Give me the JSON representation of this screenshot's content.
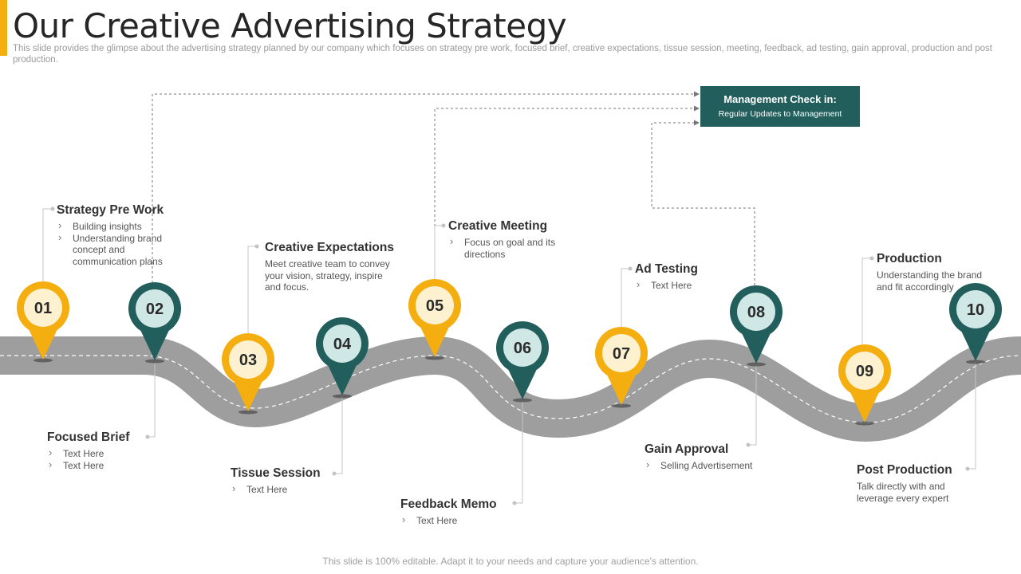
{
  "slide": {
    "title": "Our Creative Advertising Strategy",
    "subtitle": "This slide provides the glimpse about the advertising strategy planned by our company which focuses on strategy pre work, focused brief, creative expectations, tissue session, meeting, feedback, ad testing, gain approval, production and post production.",
    "footer": "This slide is 100% editable. Adapt it to your needs and capture your audience's attention."
  },
  "management": {
    "title": "Management Check in:",
    "subtitle": "Regular Updates to Management"
  },
  "colors": {
    "accent": "#f5ae10",
    "teal": "#215e5c",
    "road": "#9e9e9e",
    "yellow_inner": "#fdf1cf",
    "teal_inner": "#cfe7e5"
  },
  "pins": [
    {
      "number": "01",
      "color": "yellow"
    },
    {
      "number": "02",
      "color": "teal"
    },
    {
      "number": "03",
      "color": "yellow"
    },
    {
      "number": "04",
      "color": "teal"
    },
    {
      "number": "05",
      "color": "yellow"
    },
    {
      "number": "06",
      "color": "teal"
    },
    {
      "number": "07",
      "color": "yellow"
    },
    {
      "number": "08",
      "color": "teal"
    },
    {
      "number": "09",
      "color": "yellow"
    },
    {
      "number": "10",
      "color": "teal"
    }
  ],
  "steps": {
    "s01": {
      "title": "Strategy Pre Work",
      "bullets": [
        "Building insights",
        "Understanding brand concept and communication plans"
      ]
    },
    "s02": {
      "title": "Focused Brief",
      "bullets": [
        "Text Here",
        "Text Here"
      ]
    },
    "s03": {
      "title": "Creative Expectations",
      "text": "Meet creative team to convey your vision, strategy, inspire and focus."
    },
    "s04": {
      "title": "Tissue Session",
      "bullets": [
        "Text Here"
      ]
    },
    "s05": {
      "title": "Creative Meeting",
      "bullets": [
        "Focus on goal and its directions"
      ]
    },
    "s06": {
      "title": "Feedback Memo",
      "bullets": [
        "Text Here"
      ]
    },
    "s07": {
      "title": "Ad Testing",
      "bullets": [
        "Text Here"
      ]
    },
    "s08": {
      "title": "Gain Approval",
      "bullets": [
        "Selling Advertisement"
      ]
    },
    "s09": {
      "title": "Production",
      "text": "Understanding the brand and fit accordingly"
    },
    "s10": {
      "title": "Post Production",
      "text": "Talk directly with and leverage every expert"
    }
  }
}
